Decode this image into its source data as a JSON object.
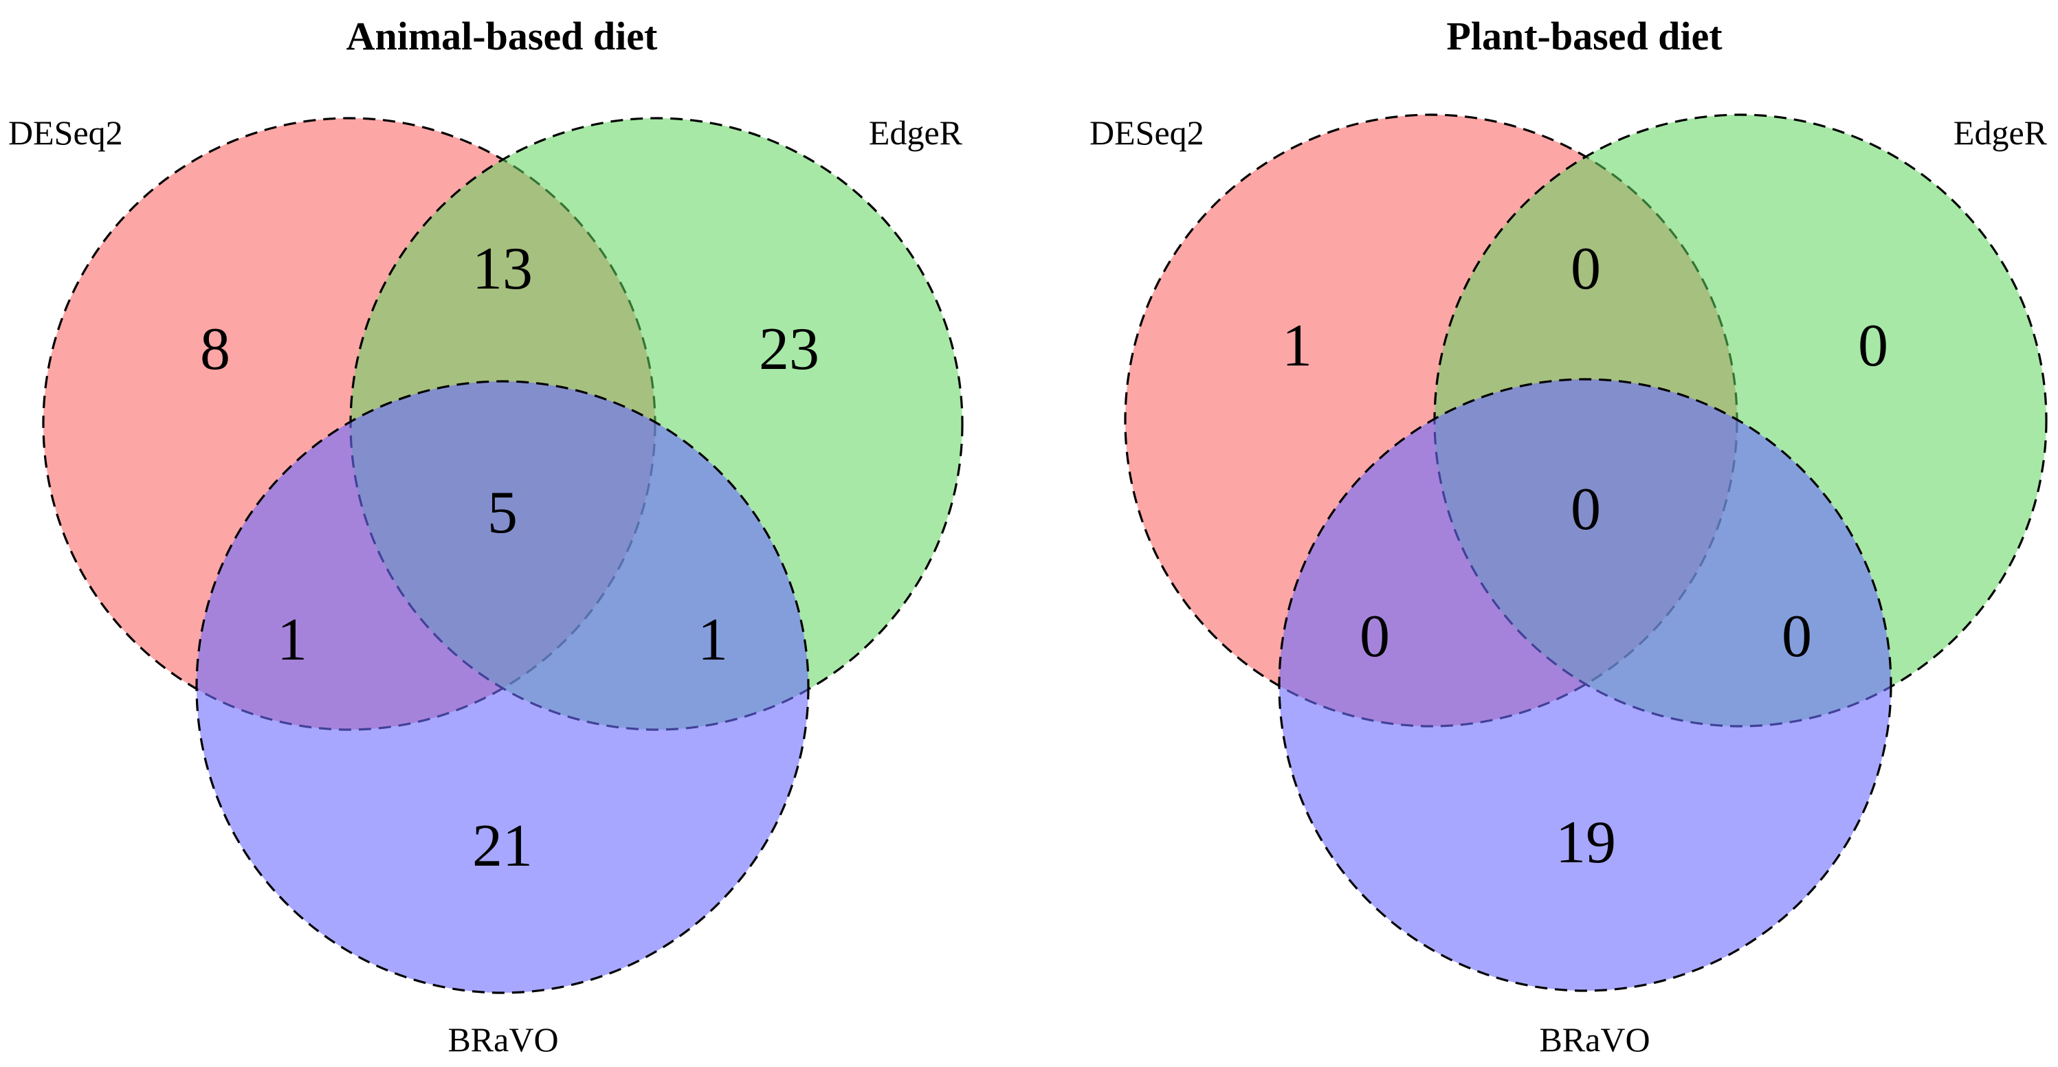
{
  "colors": {
    "set_a": "#fc6a6a",
    "set_b": "#5fd65f",
    "set_c": "#6c6cff",
    "outline": "#000000",
    "background": "#ffffff"
  },
  "panels": [
    {
      "title": "Animal-based diet",
      "sets": {
        "a": "DESeq2",
        "b": "EdgeR",
        "c": "BRaVO"
      },
      "regions": {
        "a_only": "8",
        "b_only": "23",
        "c_only": "21",
        "ab": "13",
        "ac": "1",
        "bc": "1",
        "abc": "5"
      }
    },
    {
      "title": "Plant-based diet",
      "sets": {
        "a": "DESeq2",
        "b": "EdgeR",
        "c": "BRaVO"
      },
      "regions": {
        "a_only": "1",
        "b_only": "0",
        "c_only": "19",
        "ab": "0",
        "ac": "0",
        "bc": "0",
        "abc": "0"
      }
    }
  ]
}
